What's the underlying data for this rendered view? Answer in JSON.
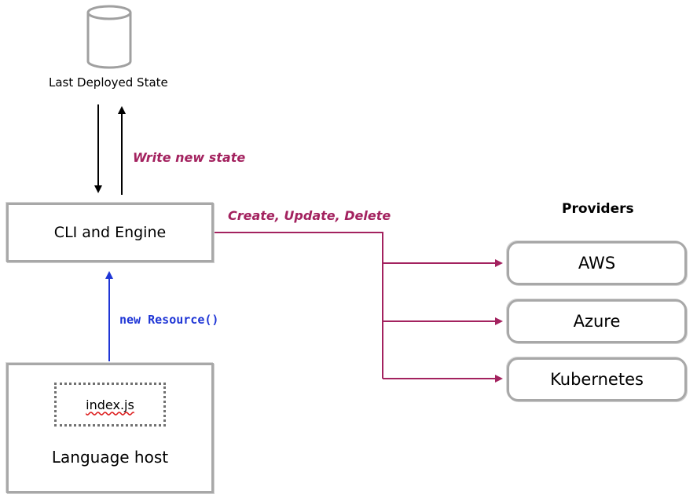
{
  "state_store": {
    "icon": "database-cylinder-icon",
    "label": "Last Deployed State"
  },
  "state_edge": {
    "write_label": "Write new state"
  },
  "engine": {
    "label": "CLI and Engine"
  },
  "engine_to_providers": {
    "label": "Create, Update, Delete"
  },
  "program_edge": {
    "label": "new Resource()"
  },
  "language_host": {
    "label": "Language host",
    "file_label": "index.js"
  },
  "providers": {
    "title": "Providers",
    "items": [
      {
        "label": "AWS"
      },
      {
        "label": "Azure"
      },
      {
        "label": "Kubernetes"
      }
    ]
  },
  "colors": {
    "accent": "#a3225f",
    "code_blue": "#1f36d6",
    "box_border": "#a8a8a8"
  }
}
